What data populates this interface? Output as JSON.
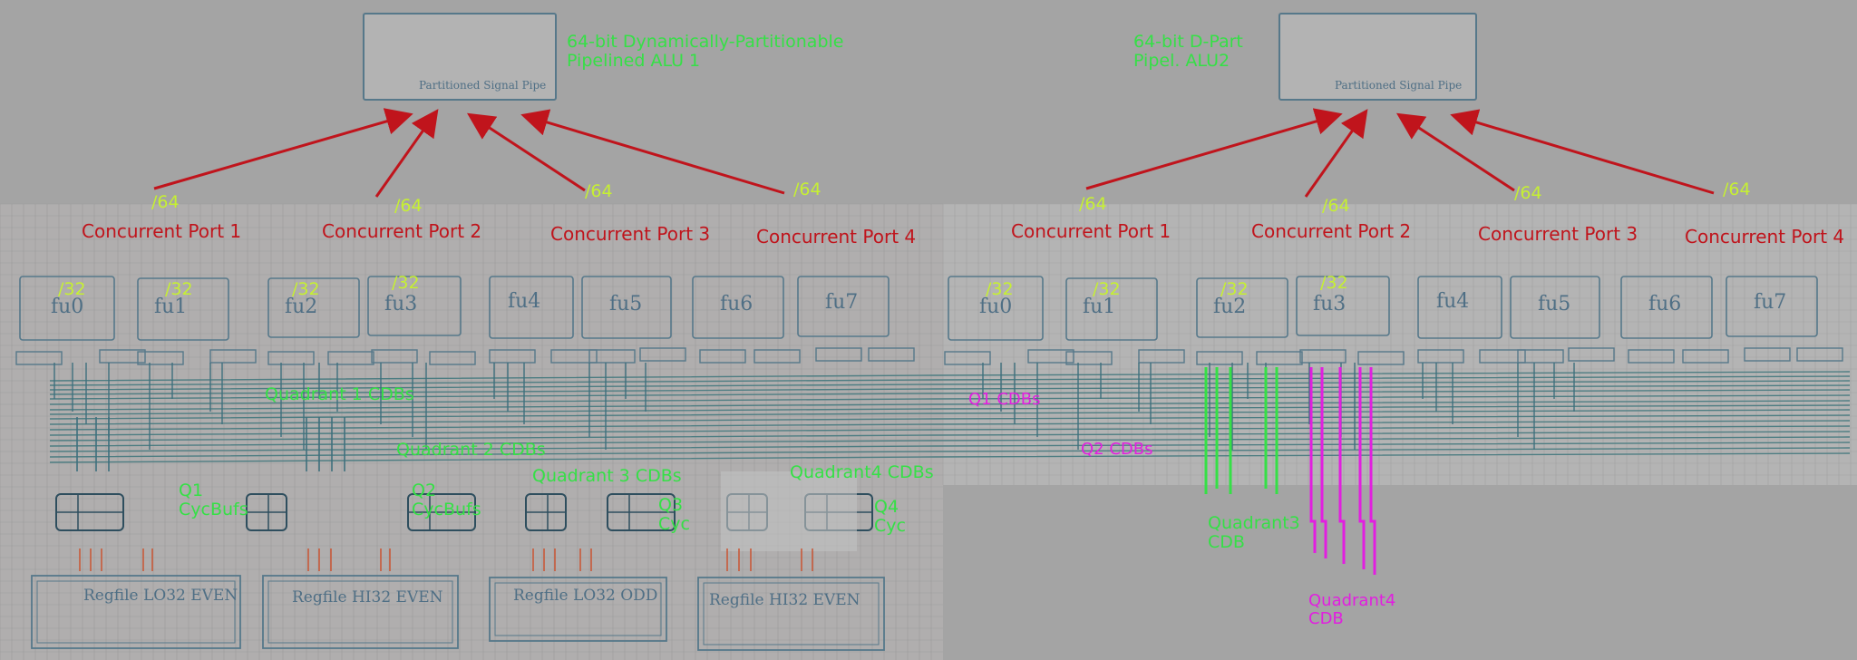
{
  "alus": [
    {
      "title": "64-bit Dynamically-Partitionable\nPipelined ALU 1",
      "caption": "Partitioned Signal Pipe"
    },
    {
      "title": "64-bit D-Part\nPipel. ALU2",
      "caption": "Partitioned Signal Pipe"
    }
  ],
  "ports": [
    "Concurrent Port 1",
    "Concurrent Port 2",
    "Concurrent Port 3",
    "Concurrent Port 4"
  ],
  "widths": {
    "wide": "/64",
    "narrow": "/32"
  },
  "fus": [
    "fu0",
    "fu1",
    "fu2",
    "fu3",
    "fu4",
    "fu5",
    "fu6",
    "fu7"
  ],
  "left": {
    "cdb_labels": [
      "Quadrant 1 CDBs",
      "Quadrant 2 CDBs",
      "Quadrant 3 CDBs",
      "Quadrant4 CDBs"
    ],
    "cycbufs": [
      "Q1\nCycBufs",
      "Q2\nCycBufs",
      "Q3\nCyc",
      "Q4\nCyc"
    ],
    "regfiles": [
      "Regfile LO32 EVEN",
      "Regfile HI32 EVEN",
      "Regfile LO32 ODD",
      "Regfile HI32 EVEN"
    ]
  },
  "right": {
    "cdb_labels": [
      "Q1 CDBs",
      "Q2 CDBs",
      "Quadrant3\nCDB",
      "Quadrant4\nCDB"
    ]
  },
  "colors": {
    "arrow": "#c0141c",
    "width_label": "#c6f032",
    "cdb_label": "#35e046",
    "quad_label": "#e21ee0",
    "ink": "#56788a"
  }
}
